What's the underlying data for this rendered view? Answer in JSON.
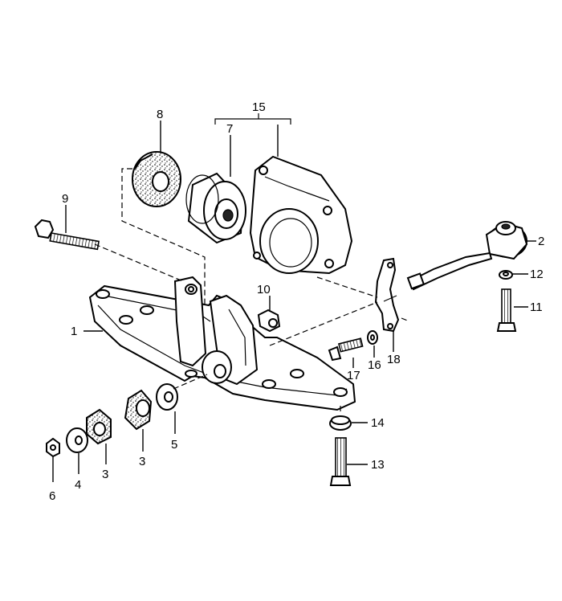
{
  "callouts": [
    {
      "id": "1",
      "text": "1"
    },
    {
      "id": "2",
      "text": "2"
    },
    {
      "id": "3a",
      "text": "3"
    },
    {
      "id": "3b",
      "text": "3"
    },
    {
      "id": "4",
      "text": "4"
    },
    {
      "id": "5",
      "text": "5"
    },
    {
      "id": "6",
      "text": "6"
    },
    {
      "id": "7",
      "text": "7"
    },
    {
      "id": "8",
      "text": "8"
    },
    {
      "id": "9",
      "text": "9"
    },
    {
      "id": "10",
      "text": "10"
    },
    {
      "id": "11",
      "text": "11"
    },
    {
      "id": "12",
      "text": "12"
    },
    {
      "id": "13",
      "text": "13"
    },
    {
      "id": "14",
      "text": "14"
    },
    {
      "id": "15",
      "text": "15"
    },
    {
      "id": "16",
      "text": "16"
    },
    {
      "id": "17",
      "text": "17"
    },
    {
      "id": "18",
      "text": "18"
    }
  ]
}
